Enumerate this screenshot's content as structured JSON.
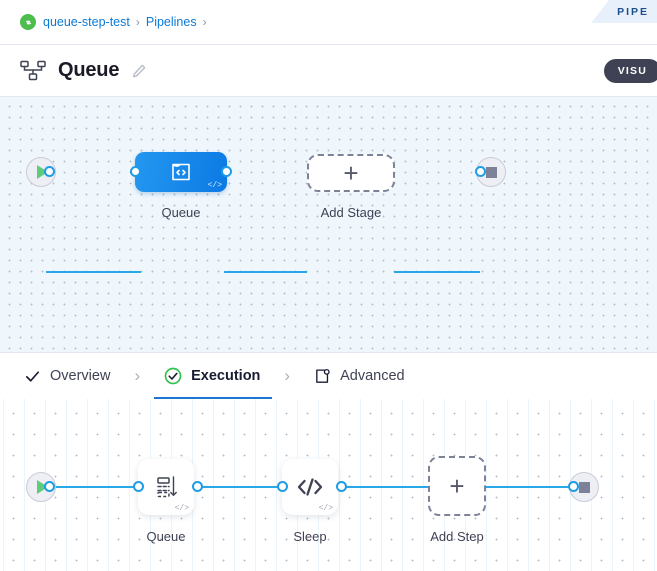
{
  "breadcrumb": {
    "icon": "project-badge-icon",
    "items": [
      {
        "label": "queue-step-test",
        "sep": "›"
      },
      {
        "label": "Pipelines",
        "sep": "›"
      }
    ]
  },
  "ribbon": {
    "label": "PIPE"
  },
  "header": {
    "icon": "pipeline-hierarchy-icon",
    "title": "Queue",
    "edit_icon": "pencil-icon",
    "badge": "VISU"
  },
  "stage_canvas": {
    "start_node": {
      "name": "start-node",
      "icon": "play-icon"
    },
    "end_node": {
      "name": "end-node",
      "icon": "stop-icon"
    },
    "stage": {
      "label": "Queue",
      "icon": "code-block-icon",
      "corner": "</>"
    },
    "add_stage": {
      "label": "Add Stage",
      "plus": "+"
    }
  },
  "tabs": [
    {
      "label": "Overview",
      "icon": "check-icon",
      "active": false,
      "chevron": "›"
    },
    {
      "label": "Execution",
      "icon": "check-circle-icon",
      "active": true,
      "chevron": "›"
    },
    {
      "label": "Advanced",
      "icon": "advanced-gear-box-icon",
      "active": false,
      "chevron": ""
    }
  ],
  "step_canvas": {
    "start_node": {
      "name": "start-node",
      "icon": "play-icon"
    },
    "end_node": {
      "name": "end-node",
      "icon": "stop-icon"
    },
    "steps": [
      {
        "label": "Queue",
        "icon": "queue-stack-icon",
        "corner": "</>"
      },
      {
        "label": "Sleep",
        "icon": "code-slash-icon",
        "corner": "</>"
      }
    ],
    "add_step": {
      "label": "Add Step",
      "plus": "+"
    }
  },
  "colors": {
    "accent_blue": "#1f76d2",
    "edge_blue": "#29a8e8",
    "node_blue_from": "#2497f0",
    "node_blue_to": "#0b7ae4",
    "green": "#4dbd4d",
    "canvas_top_bg": "#eff7fd",
    "badge_dark": "#3f4254"
  }
}
